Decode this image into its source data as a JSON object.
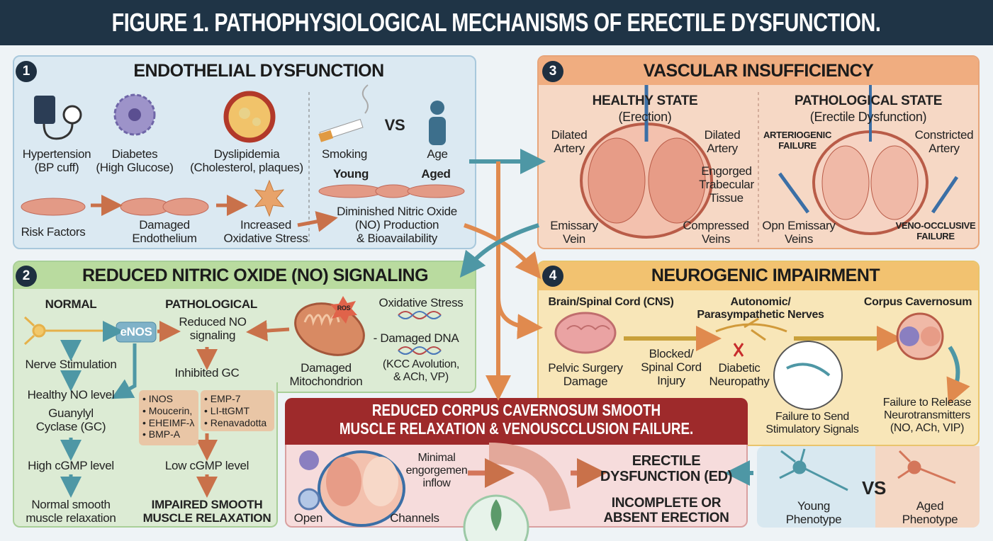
{
  "title": "FIGURE 1. PATHOPHYSIOLOGICAL MECHANISMS OF ERECTILE DYSFUNCTION.",
  "colors": {
    "title_bg": "#1f3446",
    "panel1": "#dbe9f2",
    "panel2": "#dcebd4",
    "panel3": "#f6d8c5",
    "panel4": "#f8e6b8",
    "center_header": "#9e2a2b",
    "center_body": "#f6dcdc",
    "arrow_teal": "#4e97a5",
    "arrow_orange": "#e08a4e"
  },
  "p1": {
    "num": "1",
    "header": "ENDOTHELIAL DYSFUNCTION",
    "hypertension": "Hypertension\n(BP cuff)",
    "diabetes": "Diabetes\n(High Glucose)",
    "dyslipidemia": "Dyslipidemia\n(Cholesterol, plaques)",
    "smoking": "Smoking",
    "age": "Age",
    "vs": "VS",
    "young": "Young",
    "aged": "Aged",
    "risk": "Risk Factors",
    "damaged": "Damaged\nEndothelium",
    "oxidative": "Increased\nOxidative Stress",
    "no": "Diminished Nitric Oxide\n(NO) Production\n& Bioavailability"
  },
  "p3": {
    "num": "3",
    "header": "VASCULAR INSUFFICIENCY",
    "healthy": "HEALTHY STATE",
    "healthy_sub": "(Erection)",
    "dilated_l": "Dilated\nArtery",
    "dilated_r": "Dilated\nArtery",
    "engorged": "Engorged\nTrabecular\nTissue",
    "emissary": "Emissary\nVein",
    "compressed": "Compressed\nVeins",
    "path": "PATHOLOGICAL STATE",
    "path_sub": "(Erectile Dysfunction)",
    "arterio": "ARTERIOGENIC\nFAILURE",
    "constricted": "Constricted\nArtery",
    "opn": "Opn Emissary\nVeins",
    "veno": "VENO-OCCLUSIVE\nFAILURE"
  },
  "p2": {
    "num": "2",
    "header": "REDUCED NITRIC OXIDE (NO) SIGNALING",
    "normal": "NORMAL",
    "pathological": "PATHOLOGICAL",
    "enos": "eNOS",
    "reduced": "Reduced NO\nsignaling",
    "nerve": "Nerve Stimulation",
    "inhibited": "Inhibited GC",
    "healthy_no": "Healthy NO level",
    "gc": "Guanylyl\nCyclase (GC)",
    "box1": "• INOS\n• Moucerin,\n• EHEIMF-λ\n• BMP-A",
    "box2": "• EMP-7\n• LI-ŧtGMT\n• Renavadotta",
    "high": "High cGMP level",
    "low": "Low cGMP level",
    "normal_relax": "Normal smooth\nmuscle relaxation",
    "impaired": "IMPAIRED SMOOTH\nMUSCLE RELAXATION",
    "ros": "ROS",
    "ox": "Oxidative Stress",
    "dna": "- Damaged DNA",
    "kcc": "(KCC Avolution,\n& ACh, VP)",
    "mito": "Damaged\nMitochondrion"
  },
  "p4": {
    "num": "4",
    "header": "NEUROGENIC IMPAIRMENT",
    "brain": "Brain/Spinal Cord (CNS)",
    "auto": "Autonomic/\nParasympathetic Nerves",
    "cc": "Corpus Cavernosum",
    "pelvic": "Pelvic Surgery\nDamage",
    "blocked": "Blocked/\nSpinal Cord\nInjury",
    "diabetic": "Diabetic\nNeuropathy",
    "send": "Failure to Send\nStimulatory Signals",
    "release": "Failure to Release\nNeurotransmitters\n(NO, ACh, VIP)"
  },
  "center": {
    "header": "REDUCED CORPUS CAVERNOSUM SMOOTH\nMUSCLE RELAXATION & VENOUSCCLUSION FAILURE.",
    "minimal": "Minimal\nengorgemen\ninflow",
    "open": "Open",
    "channels": "Channels",
    "ed": "ERECTILE\nDYSFUNCTION (ED)",
    "incomplete": "INCOMPLETE OR\nABSENT ERECTION"
  },
  "phenotype": {
    "young": "Young\nPhenotype",
    "vs": "VS",
    "aged": "Aged\nPhenotype"
  }
}
